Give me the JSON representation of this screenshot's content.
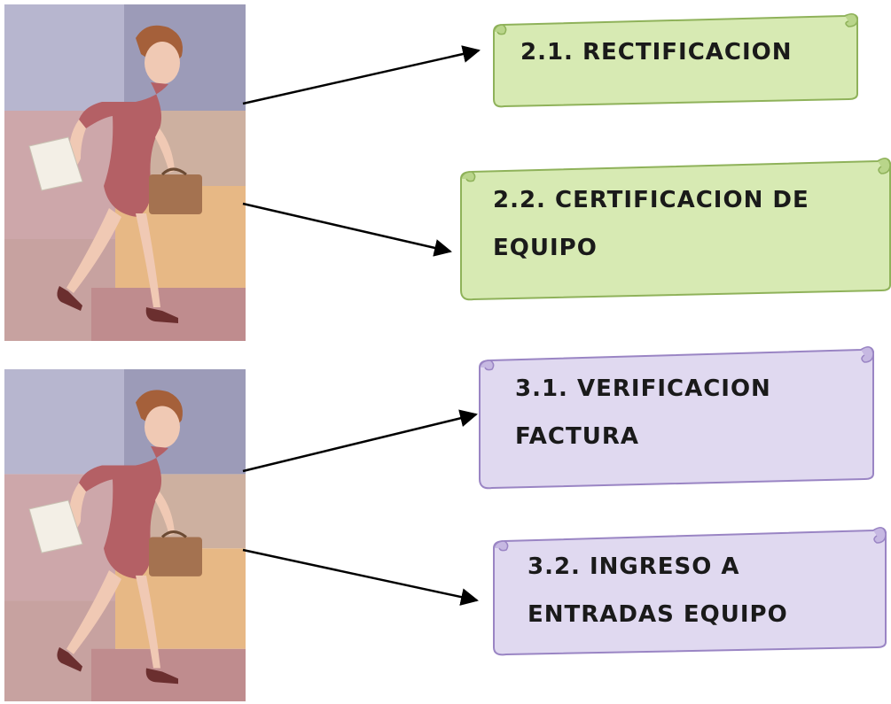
{
  "diagram": {
    "illustrations": [
      {
        "icon": "woman-with-briefcase-icon"
      },
      {
        "icon": "woman-with-briefcase-icon"
      }
    ],
    "boxes": [
      {
        "id": "2.1",
        "lines": [
          "2.1. RECTIFICACION"
        ],
        "color": "#d7eab3",
        "border": "#8fb25a"
      },
      {
        "id": "2.2",
        "lines": [
          "2.2. CERTIFICACION DE",
          "EQUIPO"
        ],
        "color": "#d7eab3",
        "border": "#8fb25a"
      },
      {
        "id": "3.1",
        "lines": [
          "3.1. VERIFICACION",
          "FACTURA"
        ],
        "color": "#e0d9f0",
        "border": "#9a85c4"
      },
      {
        "id": "3.2",
        "lines": [
          "3.2. INGRESO A",
          "ENTRADAS EQUIPO"
        ],
        "color": "#e0d9f0",
        "border": "#9a85c4"
      }
    ]
  }
}
